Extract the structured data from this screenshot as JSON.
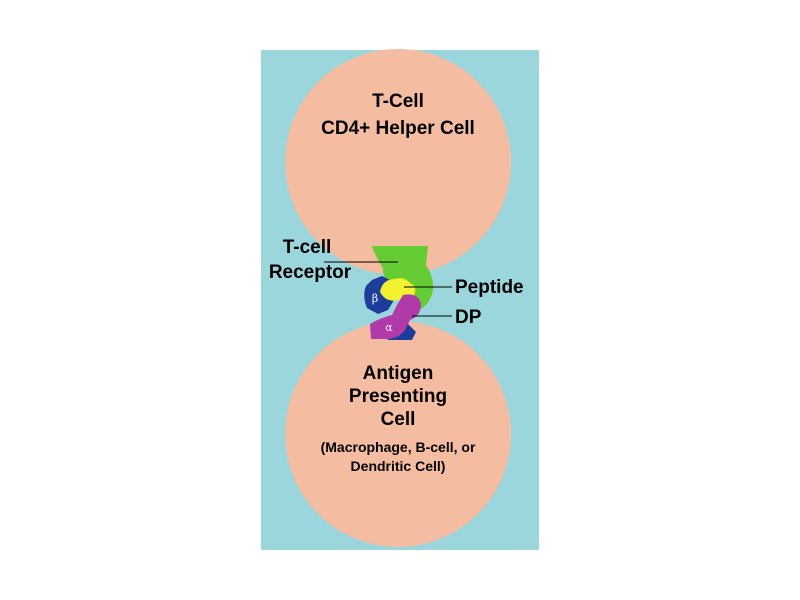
{
  "colors": {
    "background_panel": "#9bd6dc",
    "cell": "#f4bda1",
    "receptor": "#66cc33",
    "peptide": "#f2f230",
    "mhc_alpha": "#b03ba8",
    "mhc_beta": "#1d3d9c"
  },
  "t_cell": {
    "line1": "T-Cell",
    "line2": "CD4+ Helper Cell"
  },
  "labels": {
    "receptor_line1": "T-cell",
    "receptor_line2": "Receptor",
    "peptide": "Peptide",
    "dp": "DP"
  },
  "mhc": {
    "beta_symbol": "β",
    "alpha_symbol": "α"
  },
  "apc": {
    "line1": "Antigen",
    "line2": "Presenting",
    "line3": "Cell",
    "line4": "(Macrophage,  B-cell, or",
    "line5": "Dendritic Cell)"
  }
}
